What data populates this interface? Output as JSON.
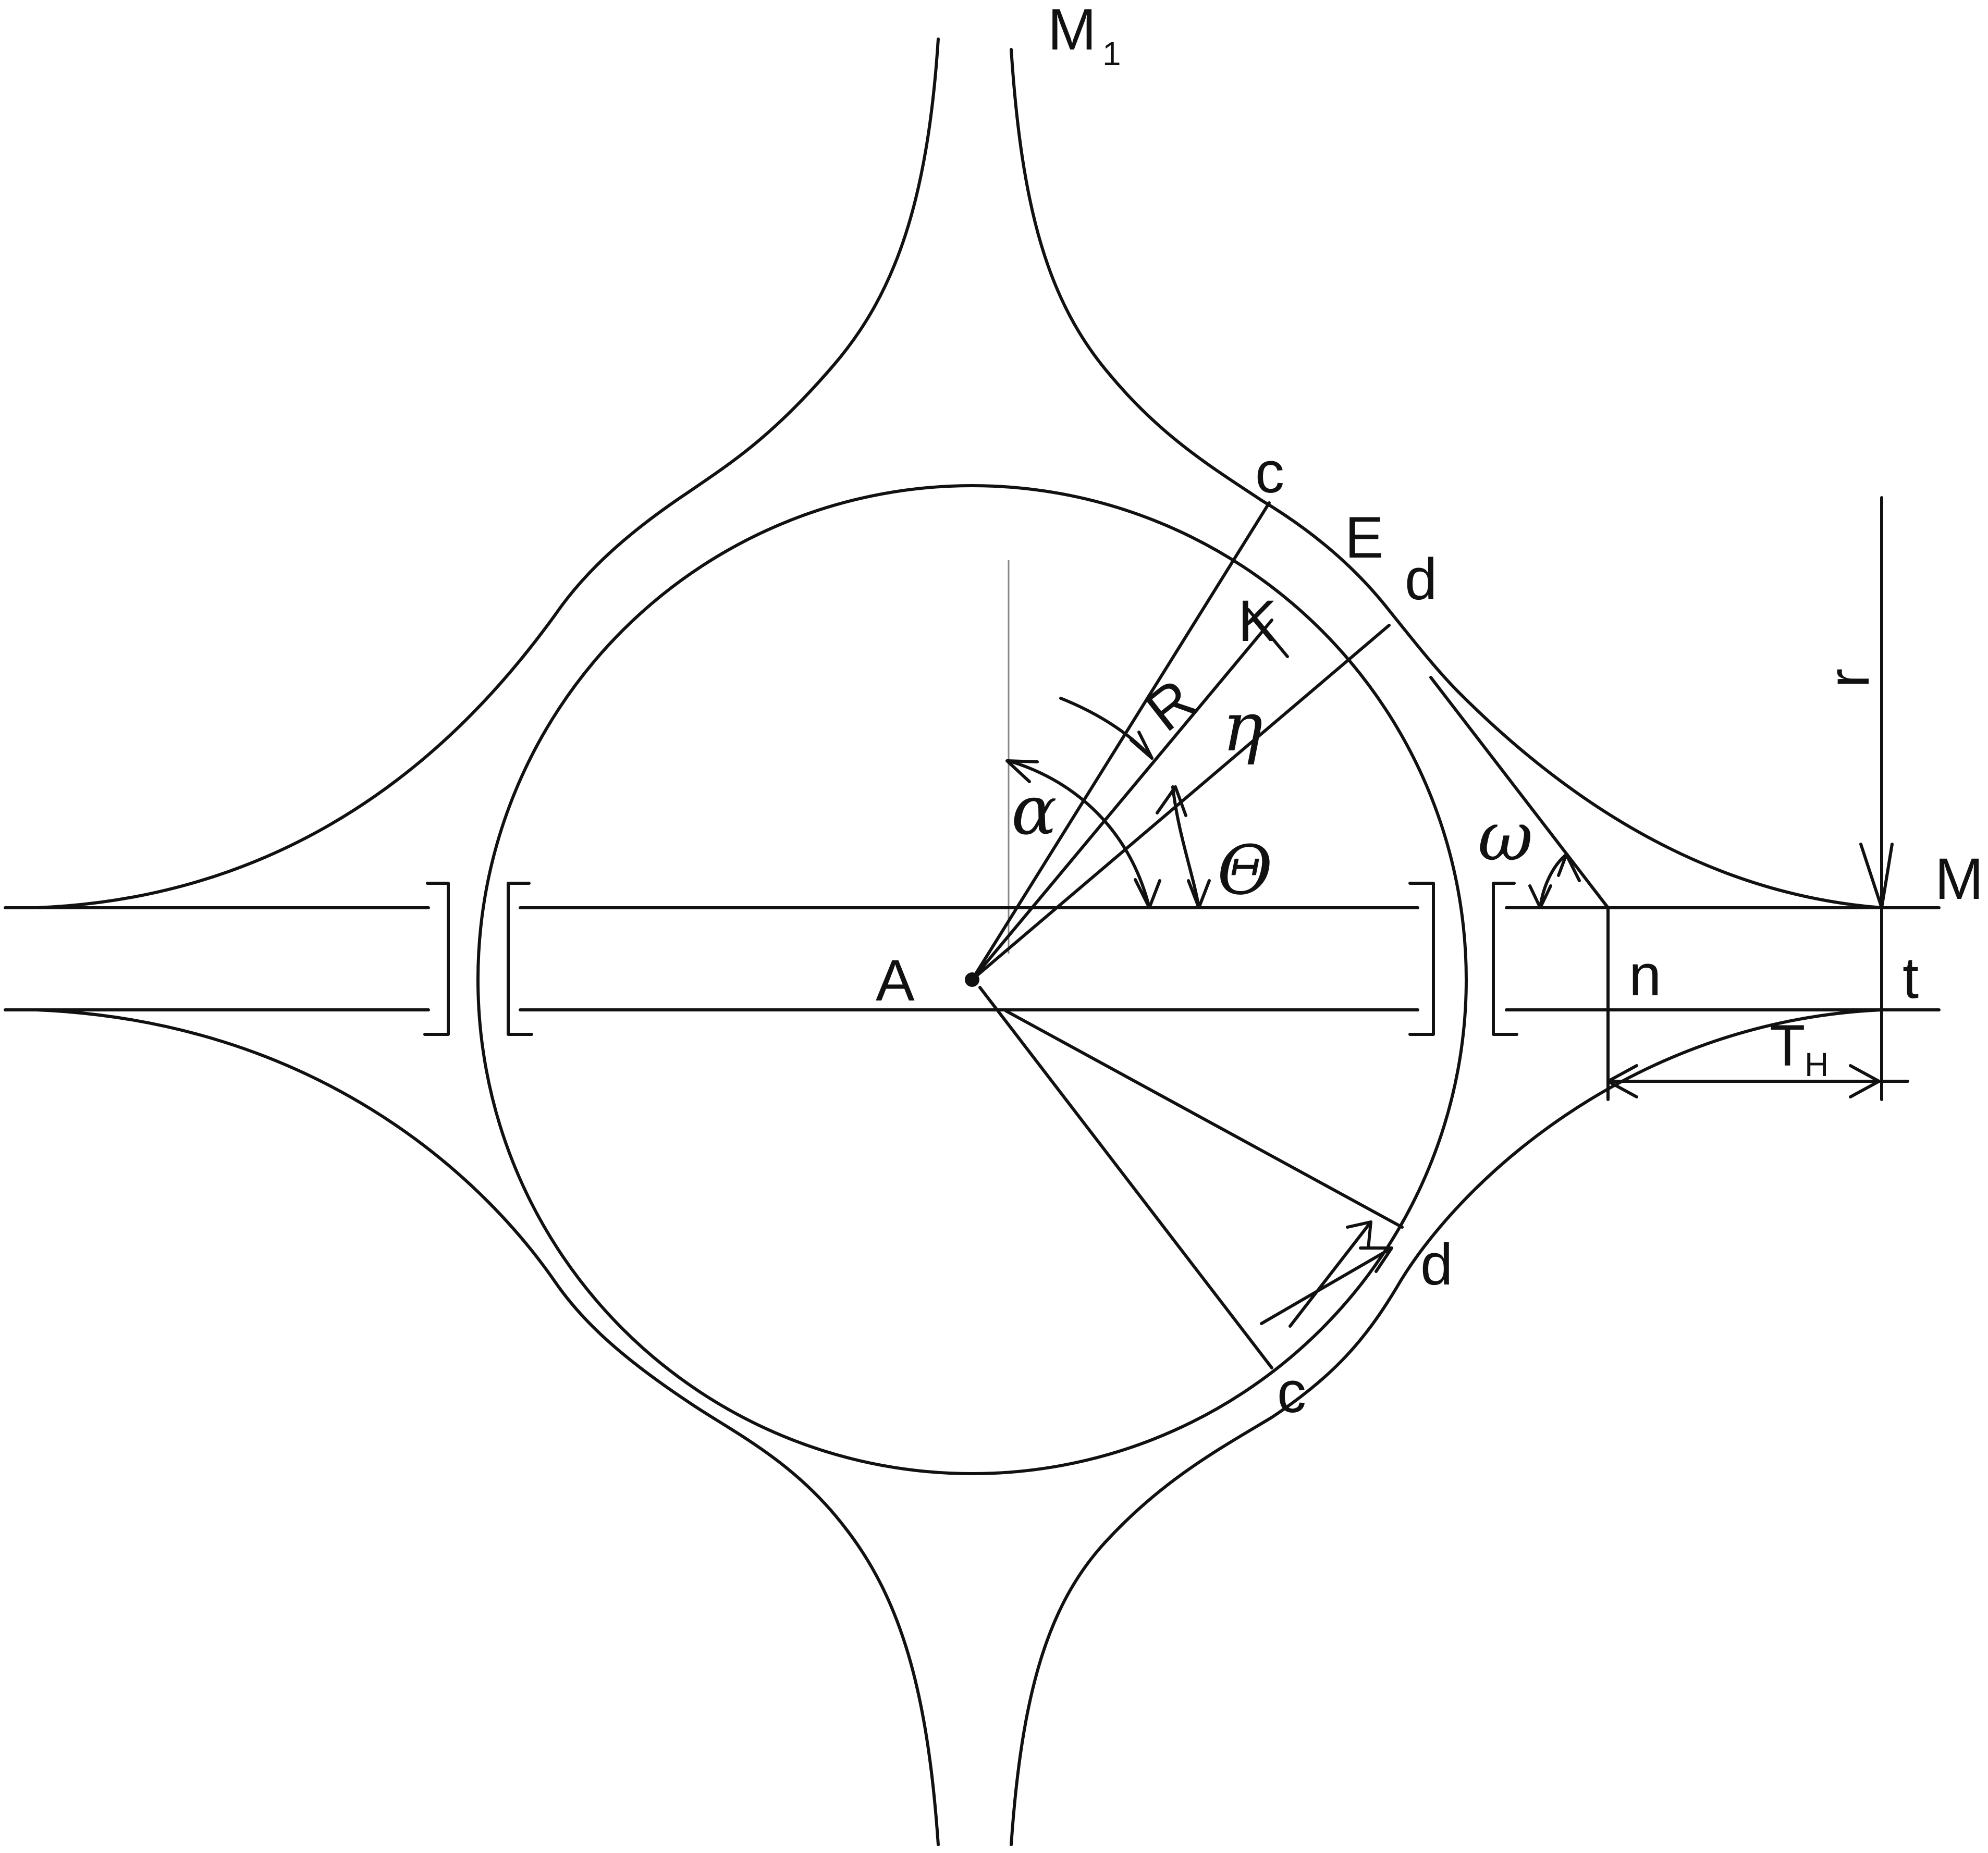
{
  "diagram": {
    "labels": {
      "M1_main": "M",
      "M1_sub": "1",
      "M": "M",
      "A": "A",
      "c_upper": "c",
      "E": "E",
      "d_upper": "d",
      "K": "K",
      "R": "R",
      "eta": "η",
      "alpha": "α",
      "theta": "Θ",
      "omega": "ω",
      "r": "r",
      "n": "n",
      "t": "t",
      "T_main": "T",
      "T_sub": "H",
      "d_lower": "d",
      "c_lower": "c"
    },
    "line_color": "#111111"
  }
}
